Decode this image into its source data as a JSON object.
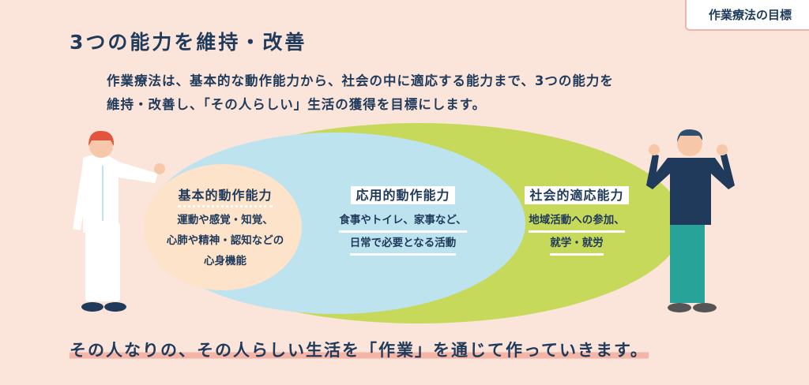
{
  "tag": "作業療法の目標",
  "title": "3つの能力を維持・改善",
  "intro": [
    "作業療法は、基本的な動作能力から、社会の中に適応する能力まで、3つの能力を",
    "維持・改善し、「その人らしい」生活の獲得を目標にします。"
  ],
  "abilities": [
    {
      "heading": "基本的動作能力",
      "lines": [
        "運動や感覚・知覚、",
        "心肺や精神・認知などの",
        "心身機能"
      ]
    },
    {
      "heading": "応用的動作能力",
      "lines": [
        "食事やトイレ、家事など、",
        "日常で必要となる活動"
      ]
    },
    {
      "heading": "社会的適応能力",
      "lines": [
        "地域活動への参加、",
        "就学・就労"
      ]
    }
  ],
  "footer": "その人なりの、その人らしい生活を「作業」を通じて作っていきます。",
  "colors": {
    "background": "#fbe4d9",
    "outer": "#c6d95b",
    "middle": "#bde3ee",
    "inner": "#fde3c9",
    "text": "#1f3a5a"
  }
}
